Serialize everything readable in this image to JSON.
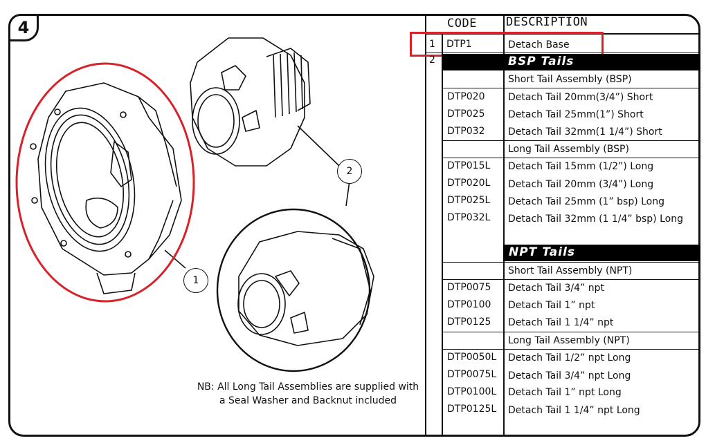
{
  "section_number": "4",
  "table": {
    "header_code": "CODE",
    "header_description": "DESCRIPTION",
    "item1": {
      "num": "1",
      "code": "DTP1",
      "desc": "Detach Base"
    },
    "item2": {
      "num": "2"
    },
    "bsp_band": "BSP Tails",
    "bsp_short_heading": "Short Tail Assembly (BSP)",
    "bsp_short_rows": [
      {
        "code": "DTP020",
        "desc": "Detach Tail 20mm(3/4”) Short"
      },
      {
        "code": "DTP025",
        "desc": "Detach Tail 25mm(1”) Short"
      },
      {
        "code": "DTP032",
        "desc": "Detach Tail 32mm(1 1/4”) Short"
      }
    ],
    "bsp_long_heading": "Long Tail Assembly (BSP)",
    "bsp_long_rows": [
      {
        "code": "DTP015L",
        "desc": "Detach Tail 15mm (1/2”) Long"
      },
      {
        "code": "DTP020L",
        "desc": "Detach Tail 20mm (3/4”) Long"
      },
      {
        "code": "DTP025L",
        "desc": "Detach Tail 25mm (1” bsp) Long"
      },
      {
        "code": "DTP032L",
        "desc": "Detach Tail 32mm (1 1/4” bsp) Long"
      }
    ],
    "npt_band": "NPT Tails",
    "npt_short_heading": "Short Tail Assembly (NPT)",
    "npt_short_rows": [
      {
        "code": "DTP0075",
        "desc": "Detach Tail 3/4” npt"
      },
      {
        "code": "DTP0100",
        "desc": "Detach Tail 1” npt"
      },
      {
        "code": "DTP0125",
        "desc": "Detach Tail 1 1/4” npt"
      }
    ],
    "npt_long_heading": "Long Tail Assembly (NPT)",
    "npt_long_rows": [
      {
        "code": "DTP0050L",
        "desc": "Detach Tail 1/2” npt Long"
      },
      {
        "code": "DTP0075L",
        "desc": "Detach Tail 3/4” npt Long"
      },
      {
        "code": "DTP0100L",
        "desc": "Detach Tail 1” npt Long"
      },
      {
        "code": "DTP0125L",
        "desc": "Detach Tail 1 1/4” npt Long"
      }
    ]
  },
  "callouts": {
    "base": "1",
    "tail": "2"
  },
  "note_line1": "NB: All Long Tail Assemblies are supplied with",
  "note_line2": "a Seal Washer and Backnut included",
  "colors": {
    "highlight": "#d8222a",
    "ink": "#111111",
    "band": "#000000"
  }
}
